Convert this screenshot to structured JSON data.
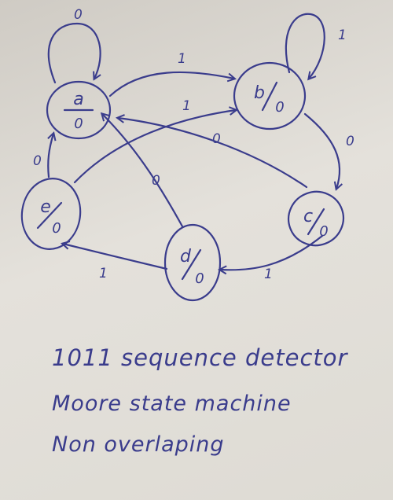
{
  "states": [
    {
      "id": "a",
      "name": "a",
      "output": "0"
    },
    {
      "id": "b",
      "name": "b",
      "output": "0"
    },
    {
      "id": "c",
      "name": "c",
      "output": "0"
    },
    {
      "id": "d",
      "name": "d",
      "output": "0"
    },
    {
      "id": "e",
      "name": "e",
      "output": "0"
    }
  ],
  "transitions": [
    {
      "from": "a",
      "to": "a",
      "input": "0"
    },
    {
      "from": "a",
      "to": "b",
      "input": "1"
    },
    {
      "from": "b",
      "to": "b",
      "input": "1"
    },
    {
      "from": "b",
      "to": "c",
      "input": "0"
    },
    {
      "from": "c",
      "to": "a",
      "input": "0"
    },
    {
      "from": "c",
      "to": "d",
      "input": "1"
    },
    {
      "from": "d",
      "to": "a",
      "input": "0"
    },
    {
      "from": "d",
      "to": "e",
      "input": "1"
    },
    {
      "from": "e",
      "to": "a",
      "input": "0"
    },
    {
      "from": "e",
      "to": "b",
      "input": "1"
    }
  ],
  "notes": [
    "1011 sequence detector",
    "Moore state machine",
    "Non overlaping"
  ],
  "ink_color": "#3a3c8c"
}
